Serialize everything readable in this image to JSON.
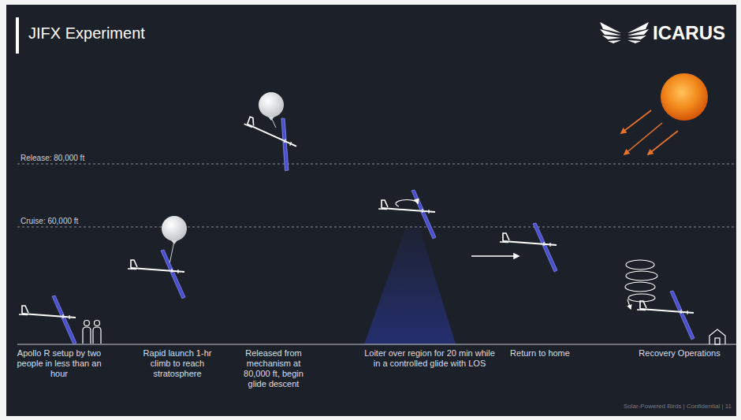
{
  "diagram": {
    "title": "JIFX Experiment",
    "labels": [
      "ICARUS",
      "Release: 80,000 ft",
      "Cruise: 60,000 ft",
      "Apollo R setup by two people in less than an hour",
      "Rapid launch 1-hr climb to reach stratosphere",
      "Released from mechanism at 80,000 ft, begin glide descent",
      "Loiter over region for 20 min while in a controlled glide with LOS",
      "Return to home",
      "Recovery Operations",
      "Solar-Powered Birds | Confidential | 11"
    ]
  }
}
